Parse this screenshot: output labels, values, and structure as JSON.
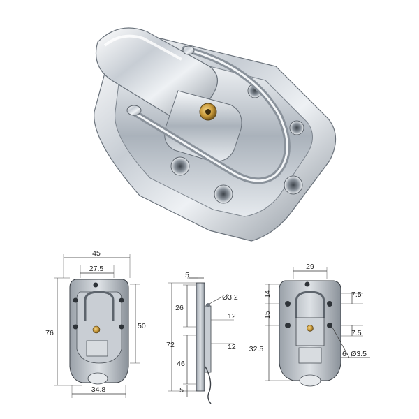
{
  "product_photo": {
    "subject": "chrome toggle latch",
    "colors": {
      "chrome_light": "#f4f6f8",
      "chrome_mid": "#b9c0c8",
      "chrome_dark": "#5d646c",
      "brass": "#c99a3a"
    }
  },
  "front_view": {
    "dims": {
      "overall_width": "45",
      "hole_spacing": "27.5",
      "bottom_width": "34.8",
      "height": "76",
      "side_height": "50"
    }
  },
  "side_view": {
    "dims": {
      "top": "5",
      "hole": "Ø3.2",
      "upper": "26",
      "total": "72",
      "lower": "46",
      "bottom": "5",
      "thick_a": "12",
      "thick_b": "12"
    }
  },
  "back_view": {
    "dims": {
      "width": "29",
      "top_offset": "14",
      "mid": "15",
      "lower": "32.5",
      "right_a": "7.5",
      "right_b": "7.5",
      "holes": "6- Ø3.5"
    }
  }
}
